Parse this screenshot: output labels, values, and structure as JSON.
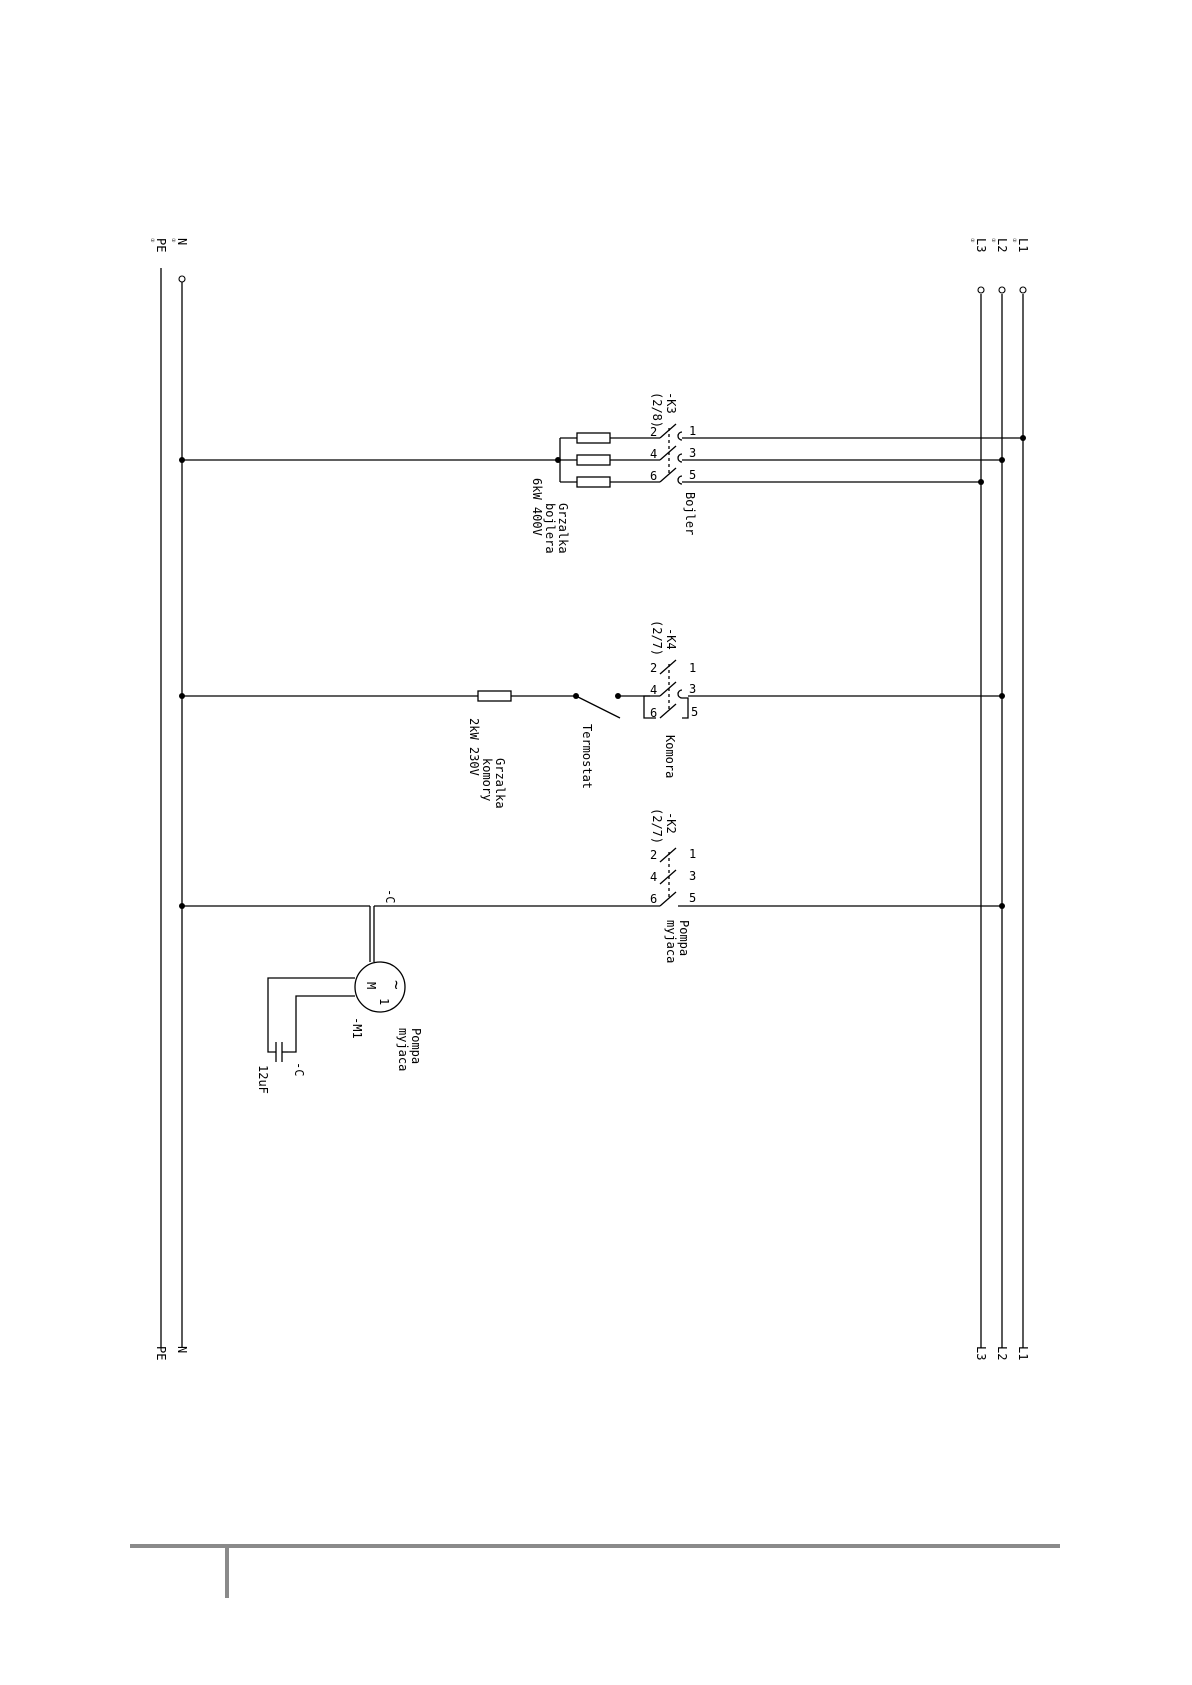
{
  "rails": {
    "pe": "PE",
    "n": "N",
    "l1": "L1",
    "l2": "L2",
    "l3": "L3",
    "cross_ref": "①"
  },
  "boiler": {
    "contactor_name": "-K3",
    "contactor_ref": "(2/8)",
    "contactor_label": "Bojler",
    "heater_label": [
      "Grzalka",
      "bojlera",
      "6kW 400V"
    ]
  },
  "chamber": {
    "contactor_name": "-K4",
    "contactor_ref": "(2/7)",
    "contactor_label": "Komora",
    "thermostat_label": "Termostat",
    "heater_label": [
      "Grzalka",
      "komory",
      "2kW 230V"
    ]
  },
  "pump": {
    "contactor_name": "-K2",
    "contactor_ref": "(2/7)",
    "contactor_label": [
      "Pompa",
      "myjaca"
    ],
    "motor_name": "-M1",
    "motor_label": [
      "Pompa",
      "myjaca"
    ],
    "motor_symbol_m": "M",
    "motor_symbol_1": "1",
    "motor_symbol_ac": "~",
    "capacitor_name": "-C",
    "capacitor_value": "12uF",
    "wire_tag": "-C"
  },
  "contact_numbers": {
    "n1": "1",
    "n2": "2",
    "n3": "3",
    "n4": "4",
    "n5": "5",
    "n6": "6"
  },
  "footer": {}
}
